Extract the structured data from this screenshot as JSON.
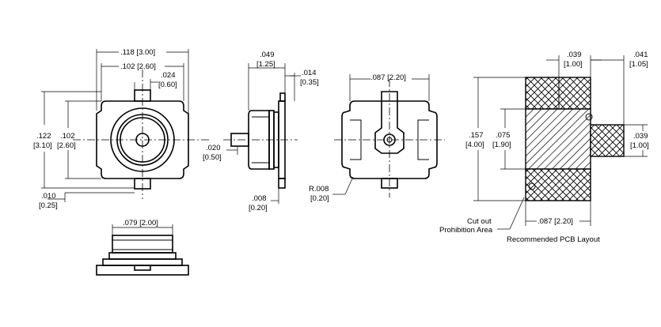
{
  "colors": {
    "ink": "#000000",
    "paper": "#ffffff"
  },
  "front_view": {
    "width_overall": ".118 [3.00]",
    "width_inner": ".102 [2.60]",
    "tab": ".024",
    "tab_mm": "[0.60]",
    "height_overall_in": ".122",
    "height_overall_mm": "[3.10]",
    "height_inner_in": ".102",
    "height_inner_mm": "[2.60]",
    "bottom_in": ".010",
    "bottom_mm": "[0.25]"
  },
  "bottom_view": {
    "width": ".079 [2.00]"
  },
  "side_view": {
    "depth_in": ".049",
    "depth_mm": "[1.25]",
    "flange_in": ".014",
    "flange_mm": "[0.35]",
    "pin_in": ".020",
    "pin_mm": "[0.50]",
    "base_in": ".008",
    "base_mm": "[0.20]"
  },
  "rear_view": {
    "width": ".087 [2.20]",
    "radius_in": "R.008",
    "radius_mm": "[0.20]"
  },
  "pcb_layout": {
    "pad_width_in": ".039",
    "pad_width_mm": "[1.00]",
    "offset_in": ".041",
    "offset_mm": "[1.05]",
    "height_overall_in": ".157",
    "height_overall_mm": "[4.00]",
    "gap_in": ".075",
    "gap_mm": "[1.90]",
    "signal_pad_in": ".039",
    "signal_pad_mm": "[1.00]",
    "base_width": ".087 [2.20]",
    "cutout_line1": "Cut out",
    "cutout_line2": "Prohibition Area",
    "caption": "Recommended PCB Layout"
  }
}
